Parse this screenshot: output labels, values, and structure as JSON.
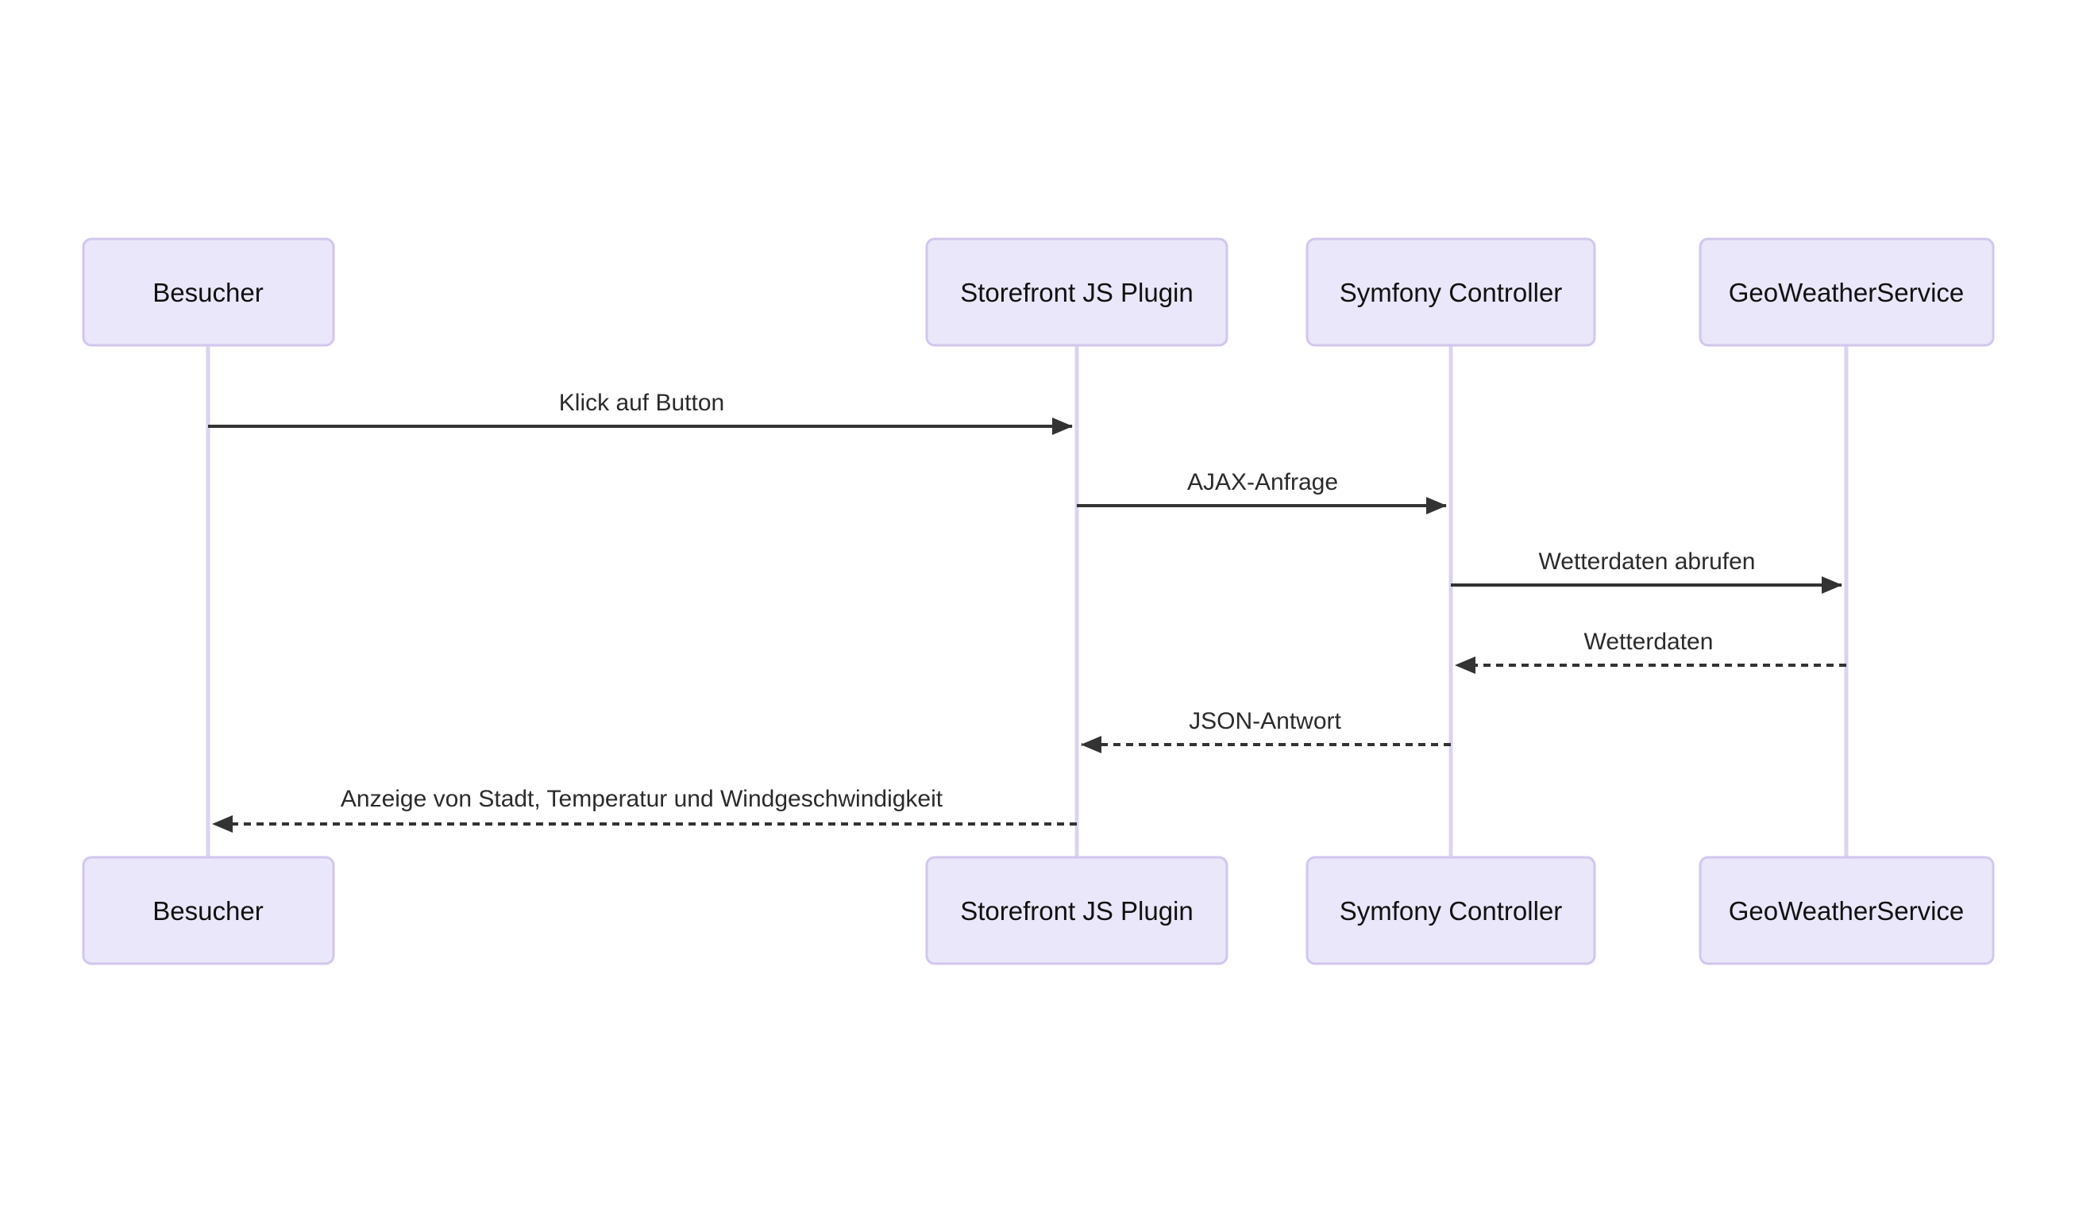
{
  "diagram": {
    "type": "sequence-diagram",
    "background_color": "#ffffff",
    "colors": {
      "actor_fill": "#eae7fa",
      "actor_border": "#d2c6ee",
      "lifeline": "#dcd3f0",
      "arrow": "#333333",
      "text": "#2b2b2b"
    },
    "actors": [
      {
        "id": "besucher",
        "label": "Besucher"
      },
      {
        "id": "storefront-js-plugin",
        "label": "Storefront JS Plugin"
      },
      {
        "id": "symfony-controller",
        "label": "Symfony Controller"
      },
      {
        "id": "geoweatherservice",
        "label": "GeoWeatherService"
      }
    ],
    "messages": [
      {
        "from": "Besucher",
        "to": "Storefront JS Plugin",
        "label": "Klick auf Button",
        "style": "solid"
      },
      {
        "from": "Storefront JS Plugin",
        "to": "Symfony Controller",
        "label": "AJAX-Anfrage",
        "style": "solid"
      },
      {
        "from": "Symfony Controller",
        "to": "GeoWeatherService",
        "label": "Wetterdaten abrufen",
        "style": "solid"
      },
      {
        "from": "GeoWeatherService",
        "to": "Symfony Controller",
        "label": "Wetterdaten",
        "style": "dashed"
      },
      {
        "from": "Symfony Controller",
        "to": "Storefront JS Plugin",
        "label": "JSON-Antwort",
        "style": "dashed"
      },
      {
        "from": "Storefront JS Plugin",
        "to": "Besucher",
        "label": "Anzeige von Stadt, Temperatur und Windgeschwindigkeit",
        "style": "dashed"
      }
    ]
  }
}
